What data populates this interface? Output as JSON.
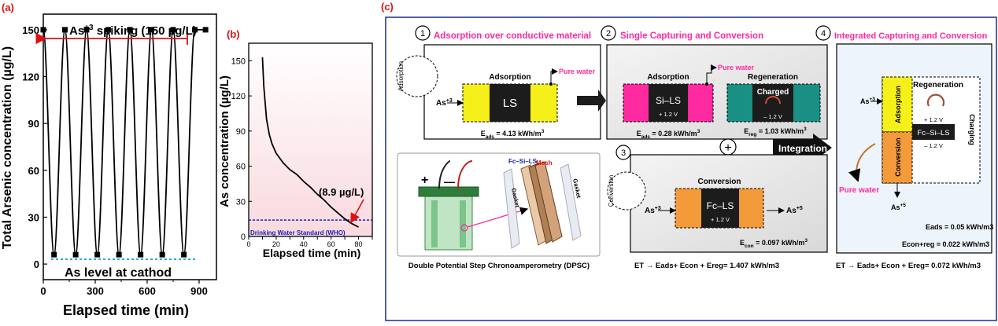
{
  "chart_data": [
    {
      "type": "line",
      "panel_label": "(a)",
      "xlabel": "Elapsed time (min)",
      "ylabel": "Total Arsenic concentration (µg/L)",
      "xlim": [
        0,
        1000
      ],
      "ylim": [
        -10,
        160
      ],
      "xticks": [
        0,
        300,
        600,
        900
      ],
      "xticks_minor": [
        150,
        450,
        750
      ],
      "yticks": [
        0,
        30,
        60,
        90,
        120,
        150
      ],
      "annotations": {
        "top": "As+3 spiking (150 µg/L)",
        "top_sup": "+3",
        "top_prefix": "As",
        "top_suffix": " spiking (150 µg/L)",
        "bottom": "As level at cathod"
      },
      "series": [
        {
          "x": [
            0,
            62,
            125,
            187,
            250,
            312,
            375,
            437,
            500,
            562,
            625,
            687,
            750,
            812,
            875,
            937
          ],
          "y": [
            150,
            6,
            150,
            6,
            150,
            6,
            150,
            6,
            150,
            6,
            150,
            6,
            150,
            6,
            150,
            150
          ]
        }
      ]
    },
    {
      "type": "line",
      "panel_label": "(b)",
      "xlabel": "Elapsed time (min)",
      "ylabel": "As concentration (µg/L)",
      "xlim": [
        0,
        90
      ],
      "ylim": [
        0,
        165
      ],
      "xticks": [
        0,
        10,
        20,
        30,
        40,
        50,
        60,
        70,
        80,
        90
      ],
      "yticks": [
        0,
        30,
        60,
        90,
        120,
        150
      ],
      "annotations": {
        "point_label": "(8.9 µg/L)",
        "reference_line": "Drinking Water Standard (WHO)"
      },
      "reference_y": 14,
      "series": [
        {
          "x": [
            10,
            11,
            13,
            15,
            17,
            20,
            25,
            30,
            35,
            40,
            45,
            50,
            55,
            60,
            65,
            70,
            75,
            80
          ],
          "y": [
            153,
            128,
            100,
            87,
            79,
            71,
            63,
            57,
            53,
            47,
            42,
            36,
            31,
            25,
            20,
            15,
            11,
            8
          ]
        }
      ]
    }
  ],
  "panel_c": {
    "label": "(c)",
    "s1": {
      "num": "1",
      "title": "Adsorption over conductive material",
      "side": "Adsorption",
      "block_title": "Adsorption",
      "electrode": "LS",
      "input": "As",
      "input_sup": "+3",
      "output": "Pure water",
      "energy_pre": "E",
      "energy_sub": "ads",
      "energy_val": " = 4.13 kWh/m",
      "energy_sup": "3"
    },
    "s2": {
      "num": "2",
      "title": "Single Capturing and Conversion",
      "ads_title": "Adsorption",
      "electrode": "Si–LS",
      "voltage_plus": "+ 1.2 V",
      "output": "Pure water",
      "reg_title": "Regeneration",
      "charged": "Charged",
      "voltage_minus": "– 1.2 V",
      "e_ads_pre": "E",
      "e_ads_sub": "ads",
      "e_ads_val": " = 0.28 kWh/m",
      "e_reg_pre": "E",
      "e_reg_sub": "reg",
      "e_reg_val": " = 1.03 kWh/m",
      "sup": "3"
    },
    "s3": {
      "num": "3",
      "side": "Conversion",
      "title": "Conversion",
      "electrode": "Fc–LS",
      "voltage": "+ 1.2 V",
      "input": "As",
      "input_sup": "+3",
      "output": "As",
      "output_sup": "+5",
      "e_pre": "E",
      "e_sub": "con",
      "e_val": " = 0.097 kWh/m",
      "sup": "3",
      "total_pre": "E",
      "total_sub": "T",
      "total_val": " → E",
      "total_text": "ET → Eads+ Econ + Ereg= 1.407 kWh/m3"
    },
    "s4": {
      "num": "4",
      "title": "Integrated Capturing and Conversion",
      "regen": "Regeneration",
      "adsorption": "Adsorption",
      "conversion": "Conversion",
      "charging": "Charging",
      "electrode": "Fc–Si–LS",
      "voltage_plus": "+ 1.2 V",
      "voltage_minus": "– 1.2 V",
      "input": "As",
      "input_sup": "+3",
      "output": "As",
      "output_sup": "+5",
      "pure_water": "Pure water",
      "e_ads": "Eads = 0.05 kWh/m3",
      "e_conreg": "Econ+reg = 0.022 kWh/m3",
      "total_text": "ET → Eads+ Econ + Ereg= 0.072 kWh/m3"
    },
    "integration": "Integration",
    "plus": "+",
    "dpsc": {
      "caption": "Double Potential Step Chronoamperometry (DPSC)",
      "plus": "+",
      "minus": "—",
      "fc_label": "Fc–Si–LS",
      "mesh": "Mesh",
      "gasket1": "Gasket",
      "gasket2": "Gasket"
    }
  },
  "colors": {
    "red": "#e01010",
    "magenta": "#ff2aa0",
    "yellow": "#f5ef1a",
    "orange": "#f39a3a",
    "teal": "#1a8f84",
    "dark": "#1c1c1c",
    "blue_frame": "#1b2a9a",
    "cyan_dash": "#2aa8e0",
    "navy_dash": "#1a23b8"
  }
}
